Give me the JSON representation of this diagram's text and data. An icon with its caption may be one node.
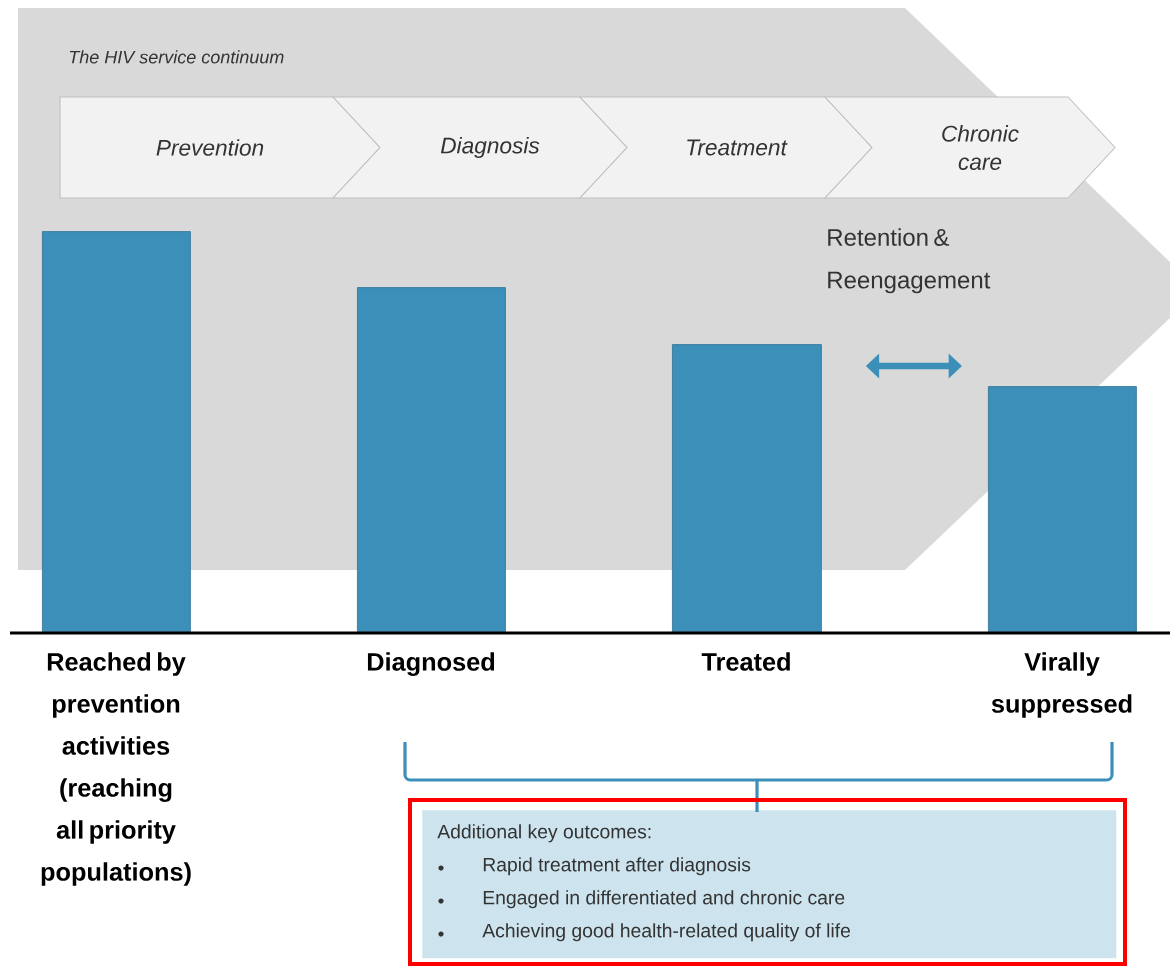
{
  "diagram": {
    "nodes": [
      {
        "text": [
          "The HIV service continuum"
        ]
      },
      {
        "text": [
          "Prevention"
        ],
        "in": 0
      },
      {
        "text": [
          "Diagnosis"
        ],
        "in": 0
      },
      {
        "text": [
          "Treatment"
        ],
        "in": 0
      },
      {
        "text": [
          "Chronic care"
        ],
        "in": 0
      },
      {
        "text": [],
        "shape": "bar",
        "beside": [
          "Reached by prevention activities (reaching all priority populations)"
        ]
      },
      {
        "text": [],
        "shape": "bar",
        "beside": [
          "Diagnosed"
        ]
      },
      {
        "text": [],
        "shape": "bar",
        "beside": [
          "Treated"
        ]
      },
      {
        "text": [],
        "shape": "bar",
        "beside": [
          "Virally suppressed"
        ]
      },
      {
        "text": [
          "Additional key outcomes:",
          "Rapid treatment after diagnosis",
          "Engaged in differentiated and chronic care",
          "Achieving good health-related quality of life"
        ]
      }
    ],
    "edges": [
      {
        "from": 7,
        "to": 8,
        "arrow": "both",
        "label": "Retention & Reengagement"
      }
    ]
  }
}
